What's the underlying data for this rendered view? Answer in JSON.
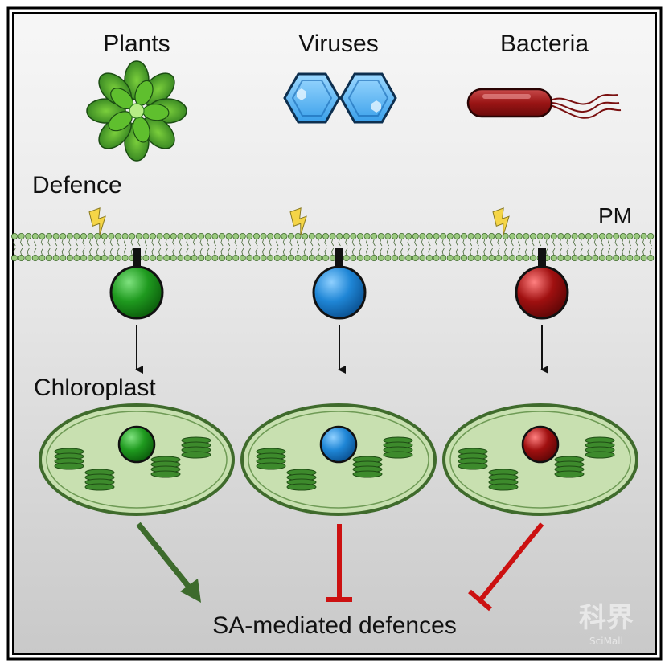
{
  "organisms": [
    {
      "label": "Plants",
      "icon": "rosette-plant-icon",
      "color": "#1f8a1f"
    },
    {
      "label": "Viruses",
      "icon": "virus-capsid-icon",
      "color": "#1f86d6"
    },
    {
      "label": "Bacteria",
      "icon": "rod-bacterium-icon",
      "color": "#a01010"
    }
  ],
  "labels": {
    "defence": "Defence",
    "membrane": "PM",
    "chloroplast": "Chloroplast",
    "outcome": "SA-mediated defences"
  },
  "watermark": {
    "main": "科界",
    "sub": "SciMall"
  },
  "colors": {
    "background_top": "#f7f7f7",
    "background_bottom": "#c9c9c9",
    "membrane": "#9bc97f",
    "chloroplast_fill": "#c8e0b0",
    "chloroplast_border": "#3f6b2c",
    "thylakoid": "#3d8a2c",
    "promote_arrow": "#3d6b2c",
    "inhibit_bar": "#cc1111",
    "lightning": "#f5d547"
  },
  "relations": [
    "promotes",
    "inhibits",
    "inhibits"
  ]
}
